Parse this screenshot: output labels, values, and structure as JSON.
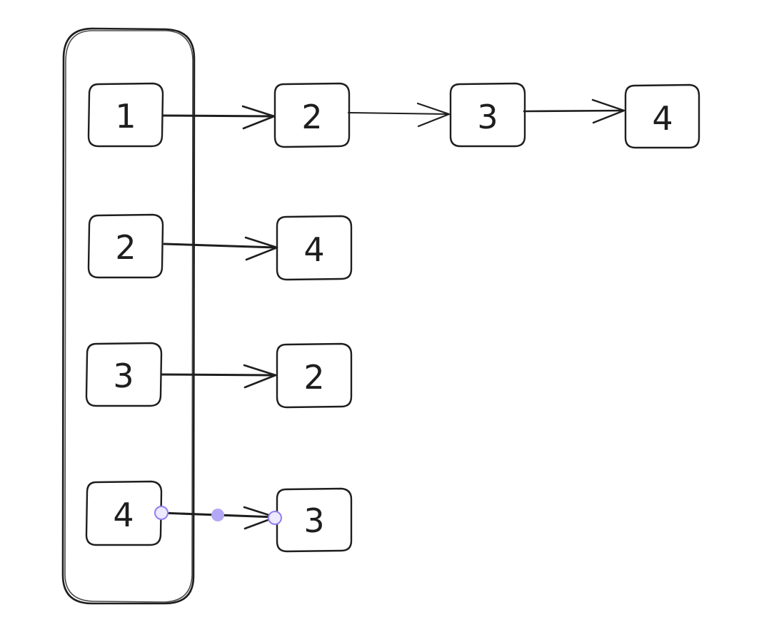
{
  "colors": {
    "stroke": "#1e1e1e",
    "background": "#ffffff",
    "selection": "#8f7ff0",
    "selection_fill": "#ede9ff"
  },
  "vertex_column": {
    "vertices": [
      "1",
      "2",
      "3",
      "4"
    ]
  },
  "adjacency_lists": [
    {
      "vertex": "1",
      "neighbors": [
        "2",
        "3",
        "4"
      ]
    },
    {
      "vertex": "2",
      "neighbors": [
        "4"
      ]
    },
    {
      "vertex": "3",
      "neighbors": [
        "2"
      ]
    },
    {
      "vertex": "4",
      "neighbors": [
        "3"
      ]
    }
  ],
  "selected_edge": {
    "from_vertex": "4",
    "to_neighbor": "3"
  }
}
